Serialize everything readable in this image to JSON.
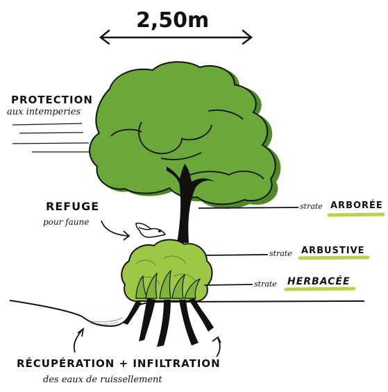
{
  "width_label": "2,50m",
  "protection": {
    "title": "PROTECTION",
    "subtitle": "aux intemperies"
  },
  "refuge": {
    "title": "REFUGE",
    "subtitle": "pour faune"
  },
  "strata": {
    "prefix": "strate",
    "arboree": "ARBORÉE",
    "arbustive": "ARBUSTIVE",
    "herbacee": "HERBACÉE"
  },
  "bottom": {
    "title": "RÉCUPÉRATION + INFILTRATION",
    "subtitle": "des eaux de ruissellement"
  },
  "colors": {
    "foliage": "#6aa83a",
    "foliage_shadow": "#4f8a26",
    "shrub": "#9cc846",
    "herb": "#7db43a",
    "highlight": "#b8d44a",
    "ink": "#111111"
  }
}
